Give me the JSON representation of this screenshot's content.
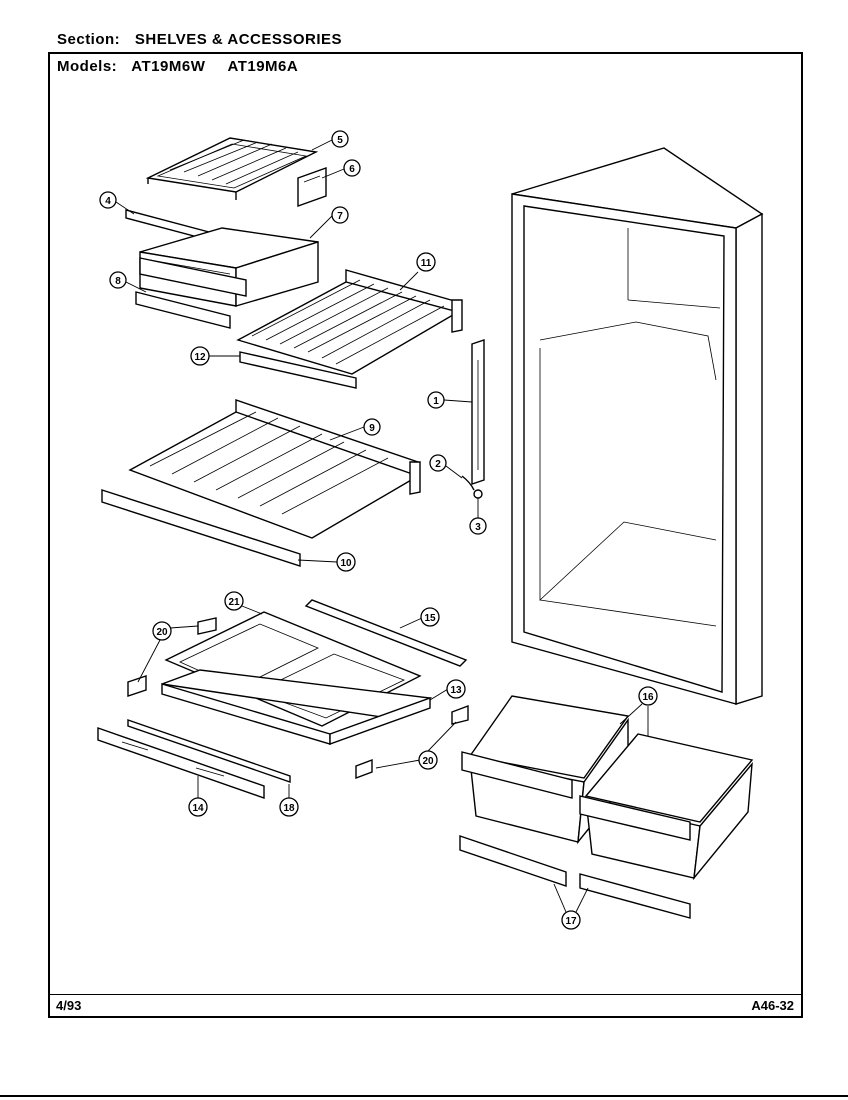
{
  "header": {
    "section_key": "Section:",
    "section_value": "SHELVES & ACCESSORIES",
    "models_key": "Models:",
    "models": [
      "AT19M6W",
      "AT19M6A"
    ]
  },
  "footer": {
    "date": "4/93",
    "code": "A46-32"
  },
  "callouts": {
    "c1": "1",
    "c2": "2",
    "c3": "3",
    "c4": "4",
    "c5": "5",
    "c6": "6",
    "c7": "7",
    "c8": "8",
    "c9": "9",
    "c10": "10",
    "c11": "11",
    "c12": "12",
    "c13": "13",
    "c14": "14",
    "c15": "15",
    "c16": "16",
    "c17": "17",
    "c18": "18",
    "c20a": "20",
    "c20b": "20",
    "c21": "21"
  }
}
